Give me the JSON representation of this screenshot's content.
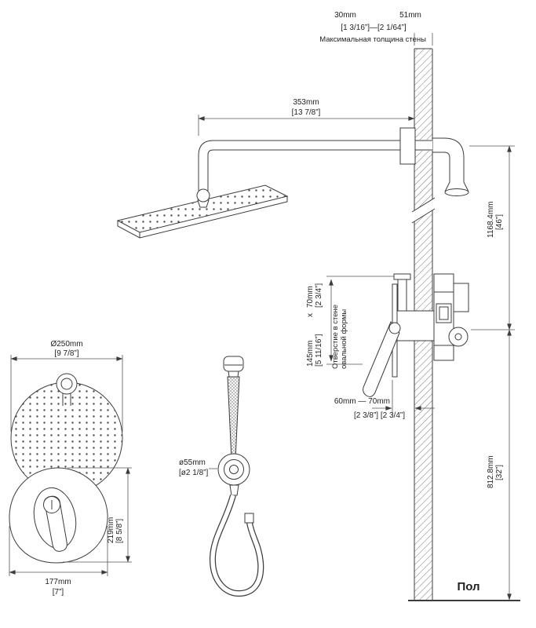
{
  "colors": {
    "line": "#3c3c3c",
    "text": "#222222",
    "background": "#ffffff"
  },
  "top_dim": {
    "min_mm": "30mm",
    "max_mm": "51mm",
    "range_in": "[1 3/16”]—[2 1/64”]",
    "note": "Максимальная толщина стены"
  },
  "arm_dim": {
    "mm": "353mm",
    "in": "[13 7/8”]"
  },
  "upper_height_dim": {
    "mm": "1168.4mm",
    "in": "[46”]"
  },
  "hole_dim": {
    "height_mm": "145mm",
    "height_in": "[5 11/16”]",
    "times": "x",
    "width_mm": "70mm",
    "width_in": "[2 3/4”]",
    "note_line1": "Отверстие в стене",
    "note_line2": "овальной формы"
  },
  "depth_dim": {
    "mm_range": "60mm — 70mm",
    "in_range": "[2 3/8”] [2 3/4”]"
  },
  "lower_height_dim": {
    "mm": "812.8mm",
    "in": "[32”]"
  },
  "floor_label": "Пол",
  "head_dim": {
    "mm": "Ø250mm",
    "in": "[9 7/8”]"
  },
  "plate_height_dim": {
    "mm": "219mm",
    "in": "[8 5/8”]"
  },
  "plate_width_dim": {
    "mm": "177mm",
    "in": "[7”]"
  },
  "handshower_dim": {
    "mm": "ø55mm",
    "in": "[ø2 1/8”]"
  }
}
